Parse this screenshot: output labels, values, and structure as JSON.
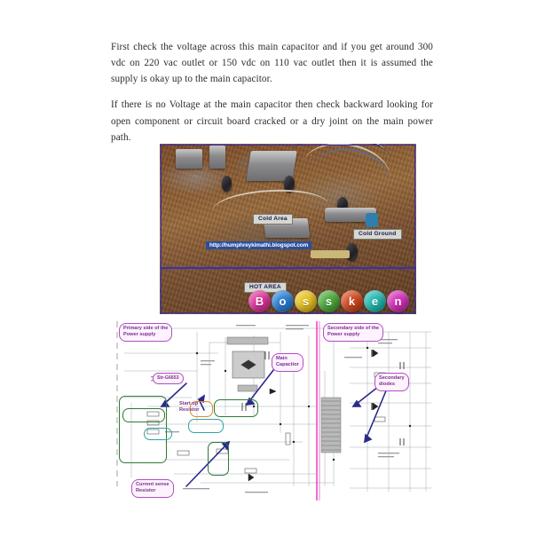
{
  "document": {
    "paragraphs": [
      "First check the voltage across this main capacitor and if you get around 300 vdc on 220 vac outlet or 150 vdc on 110 vac outlet then it is assumed the supply is okay up to the main capacitor.",
      "If there is no Voltage at the main capacitor then check backward looking for open component or circuit board cracked or a dry joint on the main power path."
    ]
  },
  "photo": {
    "labels": [
      {
        "text": "Cold Area"
      },
      {
        "text": "Cold Ground"
      },
      {
        "text": "HOT AREA"
      }
    ],
    "watermark_url": "http://humphreykimathi.blogspot.com",
    "overlay_rect_color": "#3b2fb5",
    "bubbles": [
      {
        "letter": "B",
        "color": "#e0309a"
      },
      {
        "letter": "o",
        "color": "#2b7fd4"
      },
      {
        "letter": "s",
        "color": "#e8c020"
      },
      {
        "letter": "s",
        "color": "#4aa93a"
      },
      {
        "letter": "k",
        "color": "#d4461e"
      },
      {
        "letter": "e",
        "color": "#20b8b0"
      },
      {
        "letter": "n",
        "color": "#d32fb8"
      }
    ]
  },
  "schematic": {
    "callouts": [
      {
        "id": "primary-side",
        "text": "Primary side of the\nPower supply"
      },
      {
        "id": "secondary-side",
        "text": "Secondary side of the\nPower supply"
      },
      {
        "id": "main-capacitor",
        "text": "Main\nCapacitor"
      },
      {
        "id": "secondary-diodes",
        "text": "Secondary\ndiodes"
      },
      {
        "id": "str-ic",
        "text": "Str-G6653"
      },
      {
        "id": "start-up-resistor",
        "text": "Start up\nResistor"
      },
      {
        "id": "current-sense-resistor",
        "text": "Current sense\nResistor"
      }
    ],
    "callout_border_color": "#b24ec4",
    "callout_text_color": "#7d2f8e",
    "highlight_box_color": "#2f7a35",
    "arrow_color": "#2a2a8c",
    "isolation_line_color": "#e83fc0"
  }
}
